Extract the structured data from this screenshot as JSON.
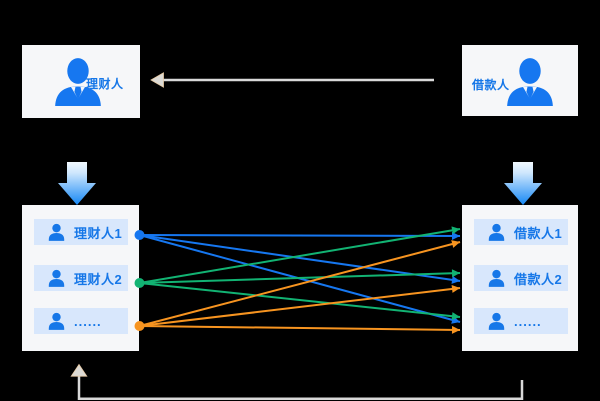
{
  "palette": {
    "blue": "#1677f0",
    "green": "#12b373",
    "orange": "#f79420",
    "label_blue": "#1677e8",
    "row_bg": "#d8e7fc",
    "panel_bg": "#f6f7f9",
    "gray_line": "#d9d9d9",
    "gray_arrow_fill": "#dcdad5",
    "gray_arrow_edge": "#e8cba6",
    "canvas_bg": "#000000",
    "big_arrow_top": "#f2f9ff",
    "big_arrow_bottom": "#1487f5"
  },
  "cards": {
    "investor": {
      "label": "理财人"
    },
    "borrower": {
      "label": "借款人"
    }
  },
  "lists": {
    "investors": {
      "rows": [
        "理财人1",
        "理财人2",
        "......"
      ]
    },
    "borrowers": {
      "rows": [
        "借款人1",
        "借款人2",
        "......"
      ]
    }
  },
  "connections": [
    {
      "from": 0,
      "to": 0,
      "color": "blue"
    },
    {
      "from": 0,
      "to": 1,
      "color": "blue"
    },
    {
      "from": 0,
      "to": 2,
      "color": "blue"
    },
    {
      "from": 1,
      "to": 0,
      "color": "green"
    },
    {
      "from": 1,
      "to": 1,
      "color": "green"
    },
    {
      "from": 1,
      "to": 2,
      "color": "green"
    },
    {
      "from": 2,
      "to": 0,
      "color": "orange"
    },
    {
      "from": 2,
      "to": 1,
      "color": "orange"
    },
    {
      "from": 2,
      "to": 2,
      "color": "orange"
    }
  ],
  "source_dot_colors": [
    "blue",
    "green",
    "orange"
  ]
}
